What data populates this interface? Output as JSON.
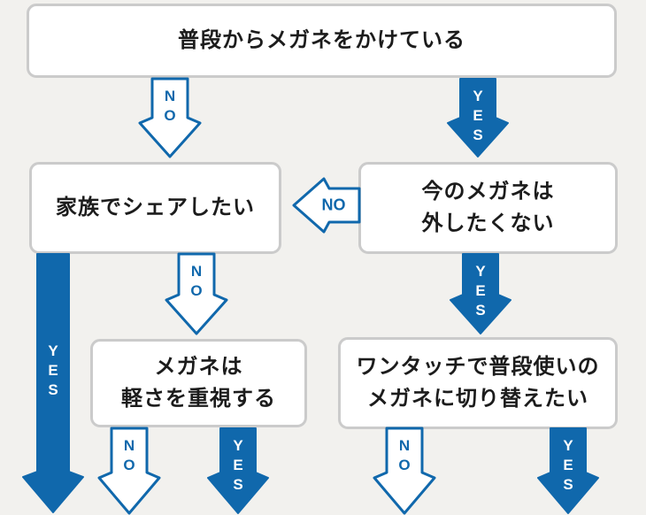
{
  "colors": {
    "accent_blue": "#1068ac",
    "background": "#f2f1ee",
    "box_border": "#cbcbcb",
    "box_fill": "#ffffff",
    "text": "#1c1c1c"
  },
  "labels": {
    "yes": "YES",
    "no": "NO"
  },
  "nodes": {
    "wears_glasses_daily": {
      "lines": [
        "普段からメガネをかけている"
      ]
    },
    "share_with_family": {
      "lines": [
        "家族でシェアしたい"
      ]
    },
    "keep_current_glasses": {
      "lines": [
        "今のメガネは",
        "外したくない"
      ]
    },
    "lightweight_priority": {
      "lines": [
        "メガネは",
        "軽さを重視する"
      ]
    },
    "one_touch_switch": {
      "lines": [
        "ワンタッチで普段使いの",
        "メガネに切り替えたい"
      ]
    }
  }
}
